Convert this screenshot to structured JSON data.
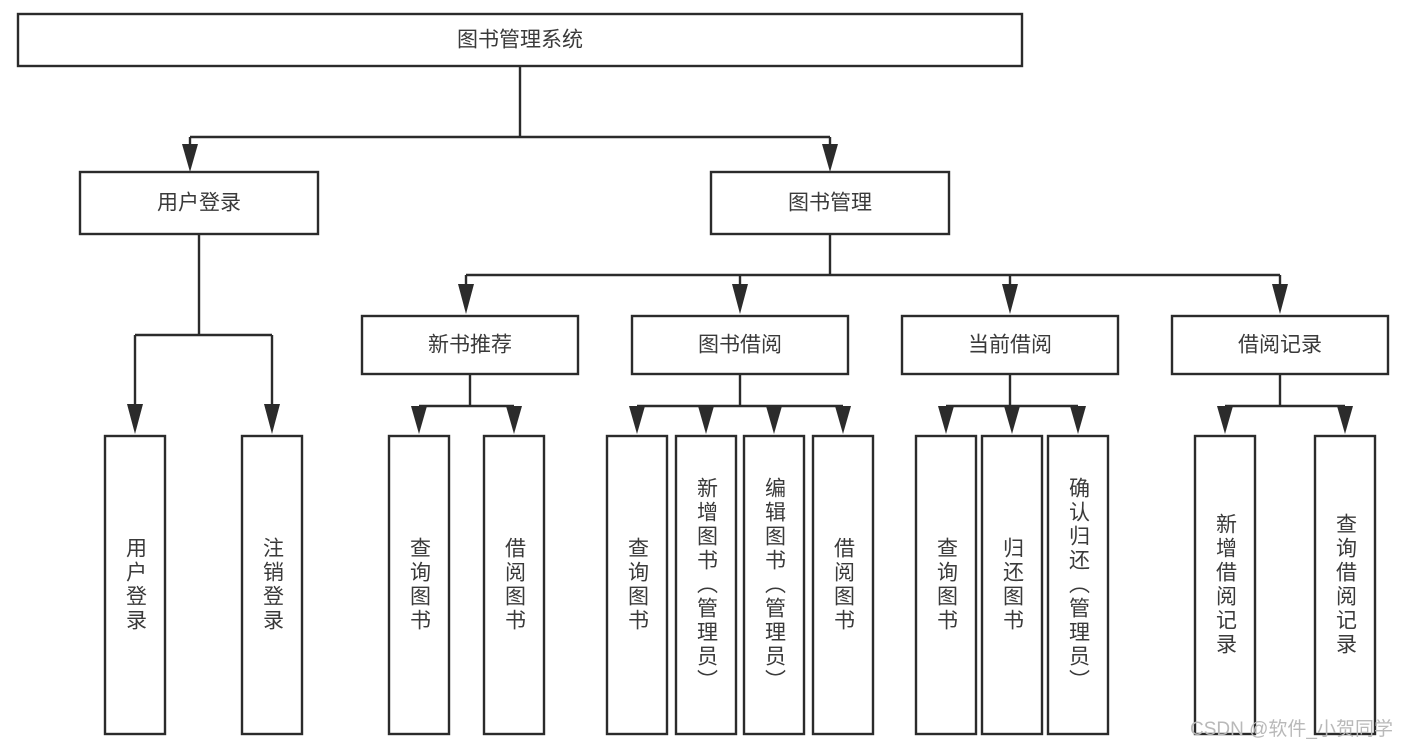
{
  "diagram": {
    "type": "tree",
    "title": "图书管理系统",
    "orientation": "top-down",
    "colors": {
      "background": "#ffffff",
      "box_stroke": "#2b2b2b",
      "box_fill": "#ffffff",
      "text": "#3a3a3a",
      "watermark": "#b9b9b9"
    },
    "root": {
      "label": "图书管理系统"
    },
    "level2": [
      {
        "label": "用户登录"
      },
      {
        "label": "图书管理"
      }
    ],
    "level3": [
      {
        "label": "新书推荐"
      },
      {
        "label": "图书借阅"
      },
      {
        "label": "当前借阅"
      },
      {
        "label": "借阅记录"
      }
    ],
    "leaves": {
      "user_login": [
        {
          "label": "用户登录"
        },
        {
          "label": "注销登录"
        }
      ],
      "new_book_recommend": [
        {
          "label": "查询图书"
        },
        {
          "label": "借阅图书"
        }
      ],
      "book_borrow": [
        {
          "label": "查询图书"
        },
        {
          "label": "新增图书（管理员）"
        },
        {
          "label": "编辑图书（管理员）"
        },
        {
          "label": "借阅图书"
        }
      ],
      "current_borrow": [
        {
          "label": "查询图书"
        },
        {
          "label": "归还图书"
        },
        {
          "label": "确认归还（管理员）"
        }
      ],
      "borrow_record": [
        {
          "label": "新增借阅记录"
        },
        {
          "label": "查询借阅记录"
        }
      ]
    }
  },
  "watermark": {
    "text": "CSDN @软件_小贺同学"
  }
}
